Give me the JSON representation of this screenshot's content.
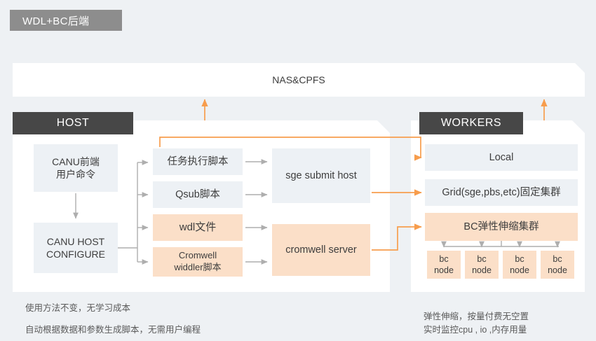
{
  "title_banner": {
    "label": "WDL+BC后端"
  },
  "storage_bar": {
    "label": "NAS&CPFS"
  },
  "host_panel": {
    "tag": "HOST",
    "left_column": [
      {
        "id": "canu-front",
        "label": "CANU前端\n用户命令",
        "line1": "CANU前端",
        "line2": "用户命令",
        "fill": "blue"
      },
      {
        "id": "canu-config",
        "label": "CANU HOST\nCONFIGURE",
        "line1": "CANU HOST",
        "line2": "CONFIGURE",
        "fill": "blue"
      }
    ],
    "middle_column": [
      {
        "id": "task-script",
        "label": "任务执行脚本",
        "fill": "blue"
      },
      {
        "id": "qsub-script",
        "label": "Qsub脚本",
        "fill": "blue"
      },
      {
        "id": "wdl-file",
        "label": "wdl文件",
        "fill": "peach"
      },
      {
        "id": "cromwell-widdler",
        "line1": "Cromwell",
        "line2": "widdler脚本",
        "fill": "peach"
      }
    ],
    "right_column": [
      {
        "id": "sge-host",
        "label": "sge submit host",
        "fill": "blue"
      },
      {
        "id": "cromwell-server",
        "label": "cromwell server",
        "fill": "peach"
      }
    ]
  },
  "workers_panel": {
    "tag": "WORKERS",
    "items": [
      {
        "id": "local-box",
        "label": "Local",
        "fill": "blue"
      },
      {
        "id": "grid-box",
        "label": "Grid(sge,pbs,etc)固定集群",
        "fill": "blue"
      },
      {
        "id": "bc-cluster",
        "label": "BC弹性伸缩集群",
        "fill": "peach"
      }
    ],
    "nodes": [
      {
        "line1": "bc",
        "line2": "node"
      },
      {
        "line1": "bc",
        "line2": "node"
      },
      {
        "line1": "bc",
        "line2": "node"
      },
      {
        "line1": "bc",
        "line2": "node"
      }
    ]
  },
  "captions": {
    "left_line1": "使用方法不变，无学习成本",
    "left_line2": "自动根据数据和参数生成脚本，无需用户编程",
    "right_line1": "弹性伸缩，按量付费无空置",
    "right_line2": "实时监控cpu , io ,内存用量"
  },
  "colors": {
    "page_background": "#eef1f4",
    "banner_gray": "#8d8d8d",
    "tag_dark": "#474747",
    "panel_white": "#ffffff",
    "box_blue": "#edf1f5",
    "box_peach": "#fbdfc8",
    "arrow_orange": "#f79d4d",
    "arrow_gray": "#aeaeae",
    "text_dark": "#3d3d3d",
    "caption_gray": "#5a5a5a"
  }
}
